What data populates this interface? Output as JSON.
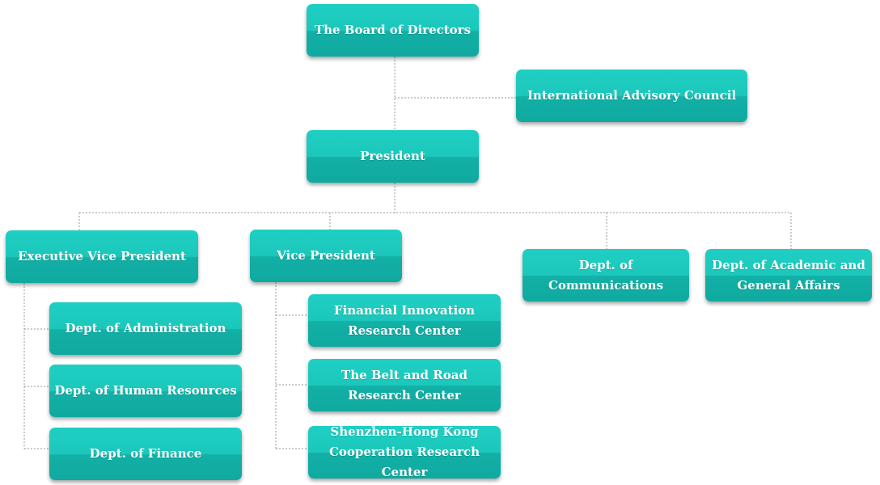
{
  "org_chart": {
    "board": {
      "label": "The Board of Directors"
    },
    "advisory": {
      "label": "International Advisory Council"
    },
    "president": {
      "label": "President"
    },
    "executive_vp": {
      "label": "Executive Vice President",
      "departments": [
        {
          "label": "Dept. of Administration"
        },
        {
          "label": "Dept. of Human Resources"
        },
        {
          "label": "Dept. of Finance"
        }
      ]
    },
    "vice_president": {
      "label": "Vice President",
      "centers": [
        {
          "lines": [
            "Financial Innovation",
            "Research Center"
          ]
        },
        {
          "lines": [
            "The Belt and Road",
            "Research Center"
          ]
        },
        {
          "lines": [
            "Shenzhen-Hong Kong",
            "Cooperation Research Center"
          ]
        }
      ]
    },
    "communications": {
      "label": "Dept. of Communications"
    },
    "academic": {
      "lines": [
        "Dept. of Academic and",
        "General Affairs"
      ]
    }
  },
  "colors": {
    "box_top": "#1fcfc3",
    "box_bottom": "#10a9a0",
    "text": "#ffffff",
    "connector": "#9a9a9a"
  }
}
